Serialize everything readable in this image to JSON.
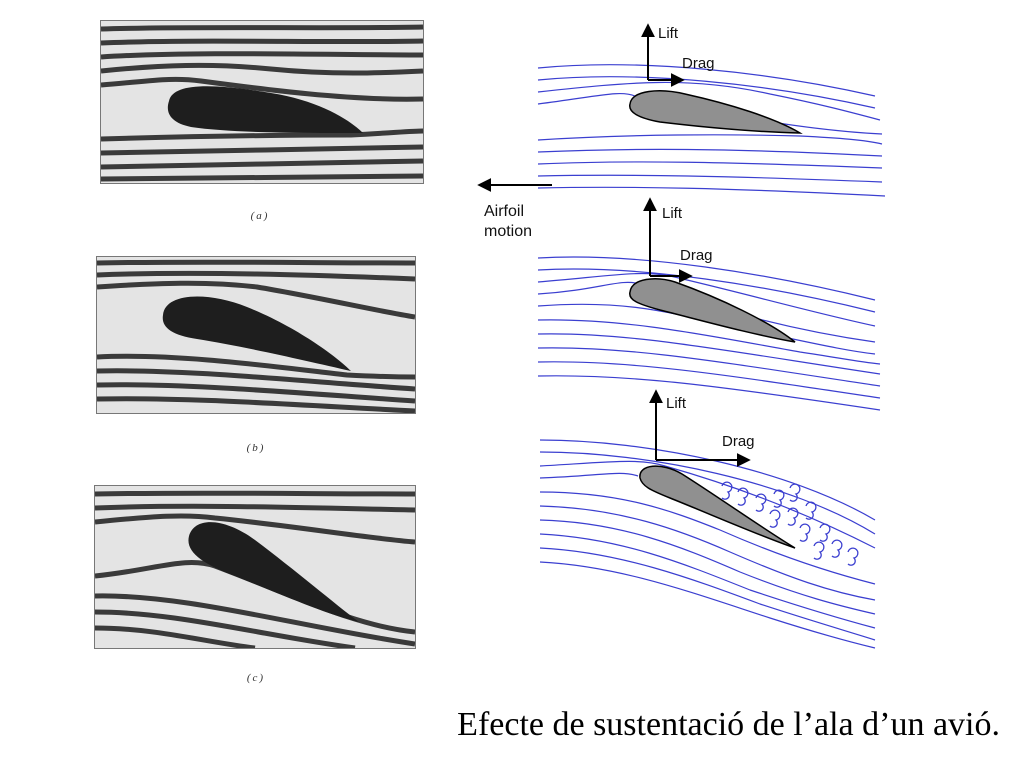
{
  "photos": {
    "a_label": "(a)",
    "b_label": "(b)",
    "c_label": "(c)"
  },
  "diagram": {
    "motion_line1": "Airfoil",
    "motion_line2": "motion",
    "top": {
      "lift": "Lift",
      "drag": "Drag"
    },
    "middle": {
      "lift": "Lift",
      "drag": "Drag"
    },
    "bottom": {
      "lift": "Lift",
      "drag": "Drag"
    }
  },
  "colors": {
    "streamline": "#3b3fd0",
    "airfoil_fill": "#909090",
    "photo_background": "#e4e4e4",
    "photo_stripe": "#3a3a3a"
  },
  "caption": "Efecte de sustentació de l’ala d’un avió."
}
